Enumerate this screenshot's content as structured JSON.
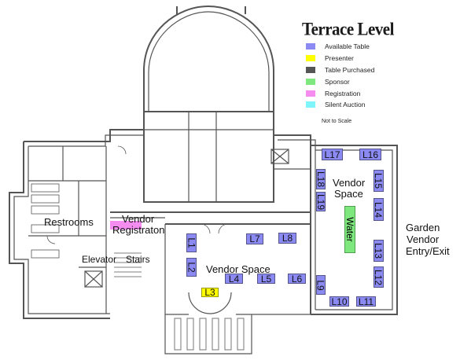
{
  "title": "Terrace Level",
  "legend": [
    {
      "label": "Available Table",
      "color": "#8a8af2"
    },
    {
      "label": "Presenter",
      "color": "#ffff00"
    },
    {
      "label": "Table Purchased",
      "color": "#555555"
    },
    {
      "label": "Sponsor",
      "color": "#7ee87e"
    },
    {
      "label": "Registration",
      "color": "#f58cf0"
    },
    {
      "label": "Silent Auction",
      "color": "#7ff4f9"
    }
  ],
  "scale_note": "Not to Scale",
  "areas": {
    "restrooms": "Restrooms",
    "vendor_registration_1": "Vendor",
    "vendor_registration_2": "Registraton",
    "elevator": "Elevator",
    "stairs": "Stairs",
    "vendor_space_main": "Vendor Space",
    "vendor_space_right_1": "Vendor",
    "vendor_space_right_2": "Space",
    "water": "Water",
    "garden_1": "Garden",
    "garden_2": "Vendor",
    "garden_3": "Entry/Exit"
  },
  "tables": {
    "L1": "L1",
    "L2": "L2",
    "L3": "L3",
    "L4": "L4",
    "L5": "L5",
    "L6": "L6",
    "L7": "L7",
    "L8": "L8",
    "L9": "L9",
    "L10": "L10",
    "L11": "L11",
    "L12": "L12",
    "L13": "L13",
    "L14": "L14",
    "L15": "L15",
    "L16": "L16",
    "L17": "L17",
    "L18": "L18",
    "L19": "L19"
  }
}
